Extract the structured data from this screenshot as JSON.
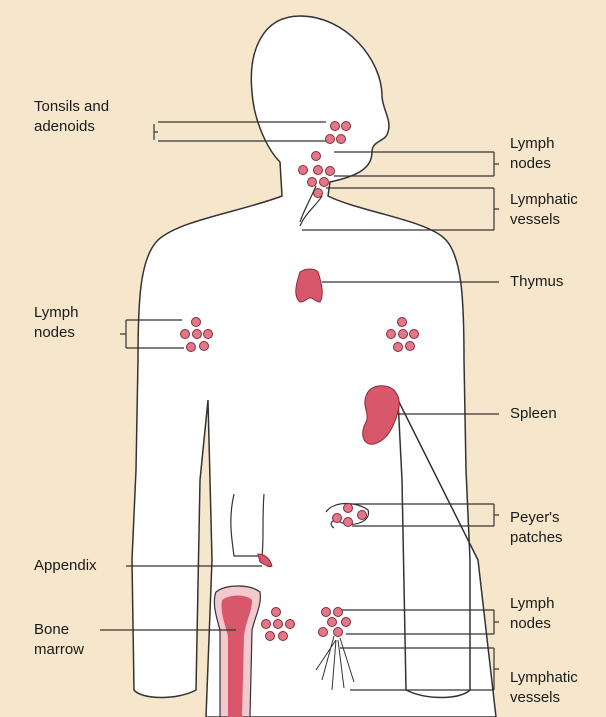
{
  "labels": {
    "tonsils_line1": "Tonsils and",
    "tonsils_line2": "adenoids",
    "lymph_nodes_neck_line1": "Lymph",
    "lymph_nodes_neck_line2": "nodes",
    "lymphatic_vessels_neck_line1": "Lymphatic",
    "lymphatic_vessels_neck_line2": "vessels",
    "thymus": "Thymus",
    "lymph_nodes_armpit_line1": "Lymph",
    "lymph_nodes_armpit_line2": "nodes",
    "spleen": "Spleen",
    "peyers_line1": "Peyer's",
    "peyers_line2": "patches",
    "appendix": "Appendix",
    "bone_marrow_line1": "Bone",
    "bone_marrow_line2": "marrow",
    "lymph_nodes_groin_line1": "Lymph",
    "lymph_nodes_groin_line2": "nodes",
    "lymphatic_vessels_groin_line1": "Lymphatic",
    "lymphatic_vessels_groin_line2": "vessels"
  },
  "colors": {
    "background": "#f6e7cc",
    "body_fill": "#ffffff",
    "outline": "#333333",
    "organ": "#d9576a",
    "node": "#e07888"
  }
}
